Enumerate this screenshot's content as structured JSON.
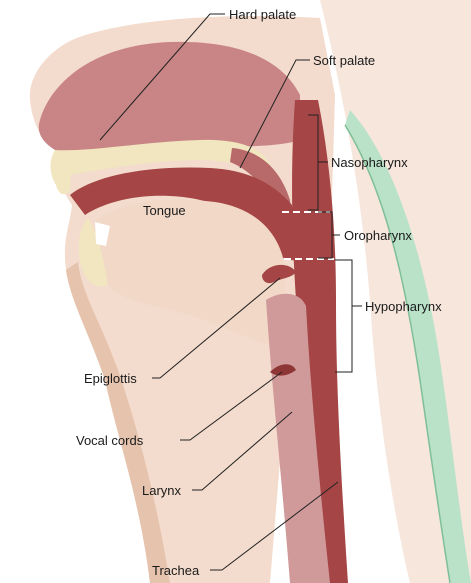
{
  "labels": {
    "hard_palate": "Hard palate",
    "soft_palate": "Soft palate",
    "nasopharynx": "Nasopharynx",
    "tongue": "Tongue",
    "oropharynx": "Oropharynx",
    "hypopharynx": "Hypopharynx",
    "epiglottis": "Epiglottis",
    "vocal_cords": "Vocal cords",
    "larynx": "Larynx",
    "trachea": "Trachea"
  },
  "colors": {
    "skin": "#f3dccd",
    "skin_shadow": "#e6c3ad",
    "tissue_pink": "#c98585",
    "airway_red": "#a54545",
    "dark_red": "#8e3535",
    "tongue": "#f2d8c7",
    "bone": "#f1e6bf",
    "spine_green": "#a9d8bd"
  }
}
